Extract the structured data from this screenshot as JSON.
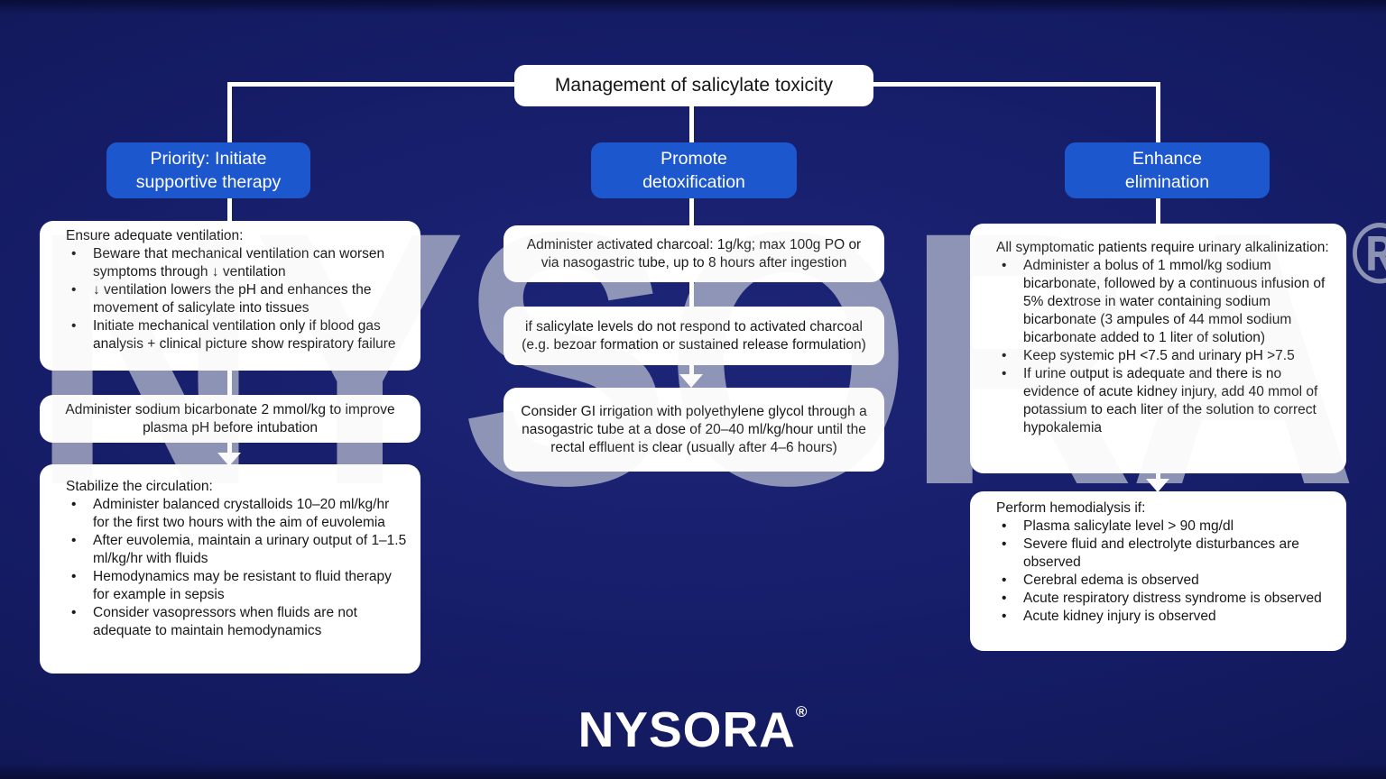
{
  "title": "Management of salicylate toxicity",
  "watermark": {
    "text": "NYSORA",
    "reg": "®"
  },
  "footer_logo": {
    "text": "NYSORA",
    "reg": "®"
  },
  "colors": {
    "background_navy": "#12196a",
    "header_blue": "#1d57cd",
    "box_white": "#ffffff",
    "connector_white": "#ffffff",
    "text_dark": "#181818",
    "watermark_gray": "#ccd1dc"
  },
  "columns": {
    "left": {
      "header": {
        "line1": "Priority: Initiate",
        "line2": "supportive therapy"
      },
      "box1": {
        "heading": "Ensure adequate ventilation:",
        "bullets": [
          "Beware that mechanical ventilation can worsen symptoms through ↓ ventilation",
          "↓ ventilation lowers the pH and enhances the movement of salicylate into tissues",
          "Initiate mechanical ventilation only if blood gas analysis + clinical picture show respiratory failure"
        ]
      },
      "box2": {
        "text": "Administer sodium bicarbonate 2 mmol/kg to improve plasma pH before intubation"
      },
      "box3": {
        "heading": "Stabilize the circulation:",
        "bullets": [
          "Administer balanced crystalloids 10–20 ml/kg/hr for the first two hours with the aim of euvolemia",
          "After euvolemia, maintain a urinary output of 1–1.5 ml/kg/hr with fluids",
          "Hemodynamics may be resistant to fluid therapy for example in sepsis",
          "Consider vasopressors when fluids are not adequate to maintain hemodynamics"
        ]
      }
    },
    "middle": {
      "header": {
        "line1": "Promote",
        "line2": "detoxification"
      },
      "box1": {
        "text": "Administer activated charcoal: 1g/kg; max 100g PO or via nasogastric tube, up to 8 hours after ingestion"
      },
      "box2": {
        "text": "if salicylate levels do not respond to activated charcoal (e.g. bezoar formation or sustained release formulation)"
      },
      "box3": {
        "text": "Consider GI irrigation with polyethylene glycol through a nasogastric tube at a dose of 20–40 ml/kg/hour until the rectal effluent is clear (usually after 4–6 hours)"
      }
    },
    "right": {
      "header": {
        "line1": "Enhance",
        "line2": "elimination"
      },
      "box1": {
        "heading": "All symptomatic patients require urinary alkalinization:",
        "bullets": [
          "Administer a bolus of 1 mmol/kg sodium bicarbonate, followed by a continuous infusion of 5% dextrose in water containing sodium bicarbonate (3 ampules of 44 mmol sodium bicarbonate added to 1 liter of solution)",
          "Keep systemic pH <7.5 and urinary pH >7.5",
          "If urine output is adequate and there is no evidence of acute kidney injury, add 40 mmol of potassium to each liter of the solution to correct hypokalemia"
        ]
      },
      "box2": {
        "heading": "Perform hemodialysis if:",
        "bullets": [
          "Plasma salicylate level > 90 mg/dl",
          "Severe fluid and electrolyte disturbances are observed",
          "Cerebral edema is observed",
          "Acute respiratory distress syndrome is observed",
          "Acute kidney injury is observed"
        ]
      }
    }
  }
}
